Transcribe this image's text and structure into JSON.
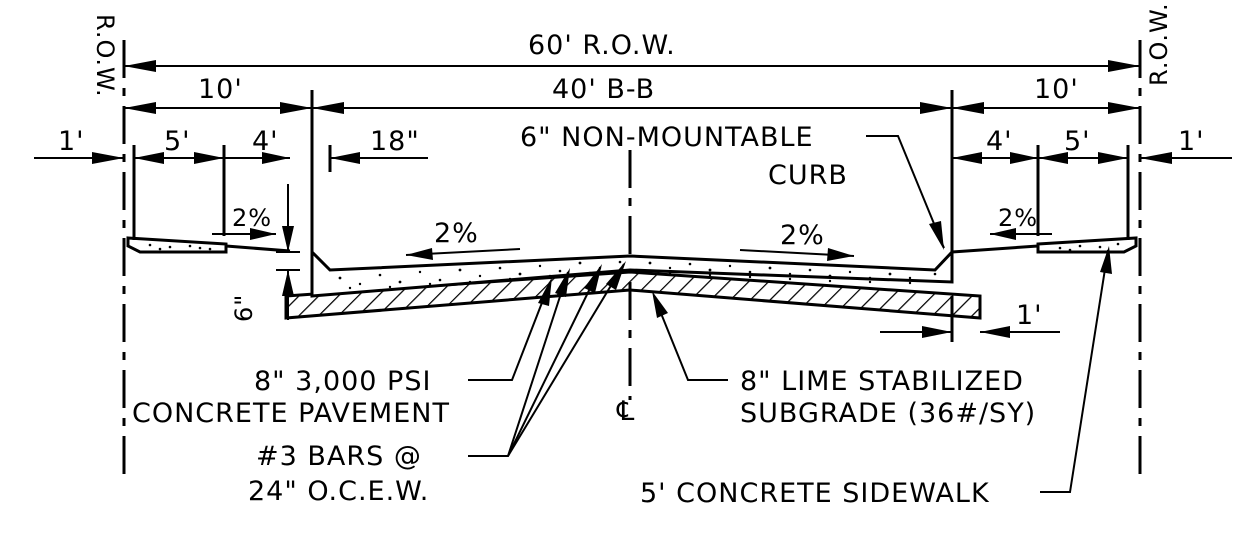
{
  "dimensions": {
    "row_total": "60' R.O.W.",
    "row_left": "R.O.W.",
    "row_right": "R.O.W.",
    "left_parkway": "10'",
    "right_parkway": "10'",
    "back_to_back": "40' B-B",
    "left_offset": "1'",
    "right_offset": "1'",
    "left_sidewalk": "5'",
    "left_strip": "4'",
    "right_strip": "4'",
    "right_sidewalk": "5'",
    "gutter": "18\"",
    "subgrade_extension": "1'",
    "thickness": "6\""
  },
  "slopes": {
    "left_parkway": "2%",
    "left_pavement": "2%",
    "right_pavement": "2%",
    "right_parkway": "2%"
  },
  "callouts": {
    "curb_line1": "6\" NON-MOUNTABLE",
    "curb_line2": "CURB",
    "pavement_line1": "8\" 3,000 PSI",
    "pavement_line2": "CONCRETE PAVEMENT",
    "bars_line1": "#3 BARS @",
    "bars_line2": "24\" O.C.E.W.",
    "centerline": "℄",
    "subgrade_line1": "8\" LIME STABILIZED",
    "subgrade_line2": "SUBGRADE (36#/SY)",
    "sidewalk": "5' CONCRETE SIDEWALK"
  }
}
